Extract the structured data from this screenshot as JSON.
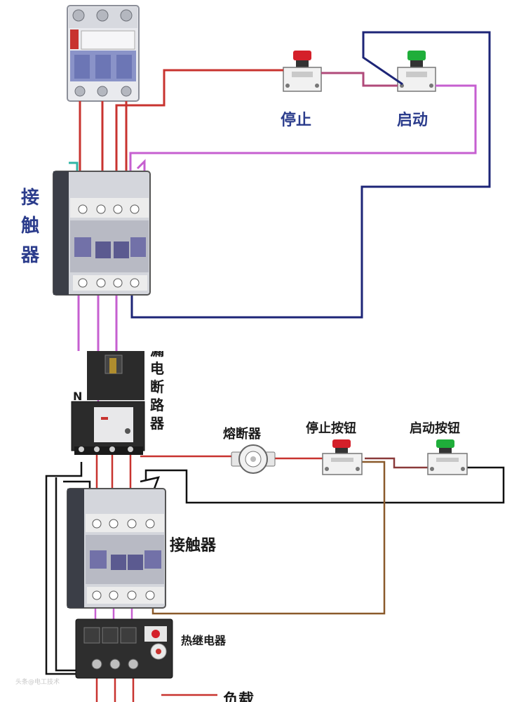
{
  "top": {
    "labels": {
      "stop": "停止",
      "start": "启动",
      "contactor": [
        "接",
        "触",
        "器"
      ]
    }
  },
  "bottom": {
    "labels": {
      "breaker": [
        "漏",
        "电",
        "断",
        "路",
        "器"
      ],
      "neutral": "N",
      "fuse": "熔断器",
      "stop_button": "停止按钮",
      "start_button": "启动按钮",
      "contactor": "接触器",
      "thermal_relay": "热继电器",
      "load": "负载"
    }
  },
  "colors": {
    "wire_red": "#c8332f",
    "wire_magenta": "#c65fd0",
    "wire_navy": "#1d2577",
    "wire_black": "#111111",
    "wire_brown": "#8a5a2b",
    "button_red": "#d4202a",
    "button_green": "#1fae3a",
    "label_blue": "#2b3c8c"
  },
  "watermark": "头条@电工技术"
}
